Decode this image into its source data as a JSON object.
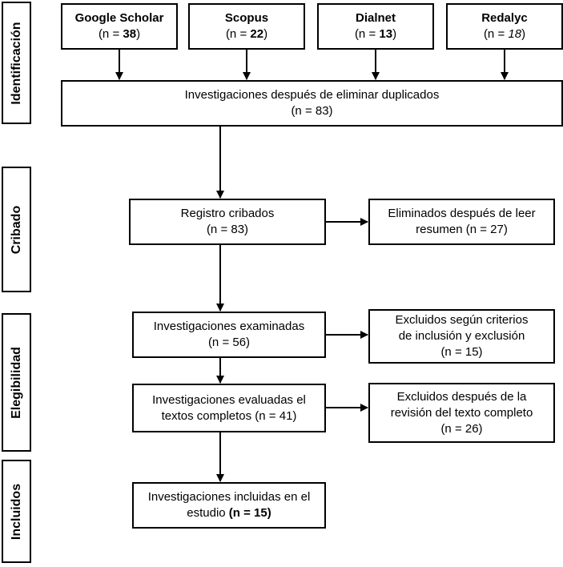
{
  "phases": {
    "identificacion": "Identificación",
    "cribado": "Cribado",
    "elegibilidad": "Elegibilidad",
    "incluidos": "Incluidos"
  },
  "sources": [
    {
      "name": "Google Scholar",
      "prefix": "(n = ",
      "count": "38",
      "suffix": ")"
    },
    {
      "name": "Scopus",
      "prefix": "(n = ",
      "count": "22",
      "suffix": ")"
    },
    {
      "name": "Dialnet",
      "prefix": "(n = ",
      "count": "13",
      "suffix": ")"
    },
    {
      "name": "Redalyc",
      "prefix": "(n = ",
      "count": "18",
      "suffix": ")"
    }
  ],
  "dedup": {
    "line1": "Investigaciones después de eliminar duplicados",
    "line2": "(n = 83)"
  },
  "cribados": {
    "line1": "Registro cribados",
    "line2": "(n = 83)"
  },
  "eliminados": {
    "line1": "Eliminados después de leer",
    "line2": "resumen (n = 27)"
  },
  "examinadas": {
    "line1": "Investigaciones examinadas",
    "line2": "(n = 56)"
  },
  "excluidos1": {
    "line1": "Excluidos según criterios",
    "line2": "de inclusión y exclusión",
    "line3": "(n = 15)"
  },
  "evaluadas": {
    "line1": "Investigaciones evaluadas el",
    "line2": "textos completos (n = 41)"
  },
  "excluidos2": {
    "line1": "Excluidos después de la",
    "line2": "revisión del texto completo",
    "line3": "(n = 26)"
  },
  "incluidas": {
    "line1": "Investigaciones incluidas en el",
    "line2_prefix": "estudio ",
    "line2_bold": "(n = 15)"
  }
}
